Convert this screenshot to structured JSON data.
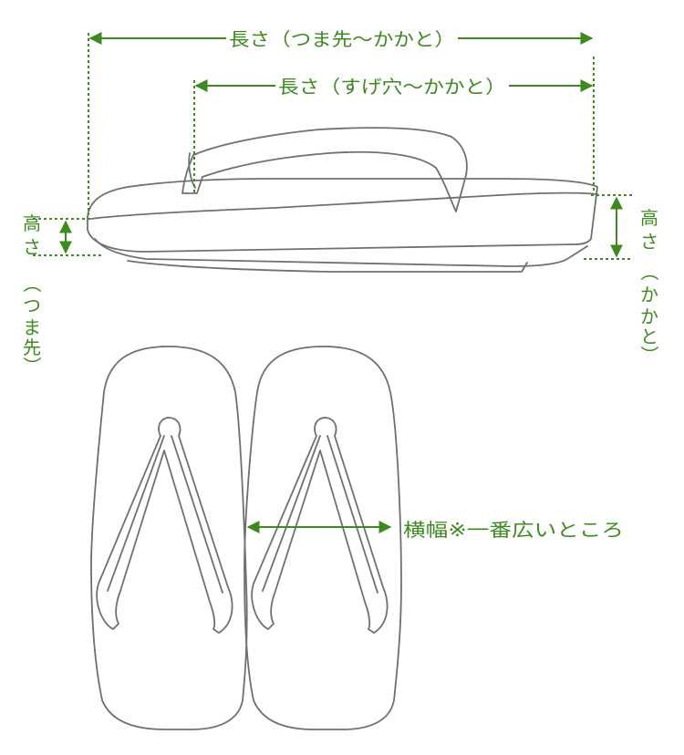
{
  "colors": {
    "measure": "#3d8a1f",
    "outline": "#707070",
    "background": "#ffffff"
  },
  "labels": {
    "length_toe_heel": "長さ（つま先〜かかと）",
    "length_thong_heel": "長さ（すげ穴〜かかと）",
    "height_toe": [
      "高",
      "さ",
      "（",
      "つ",
      "ま",
      "先",
      "）"
    ],
    "height_heel": [
      "高",
      "さ",
      "（",
      "か",
      "か",
      "と",
      "）"
    ],
    "width": "横幅※一番広いところ"
  }
}
